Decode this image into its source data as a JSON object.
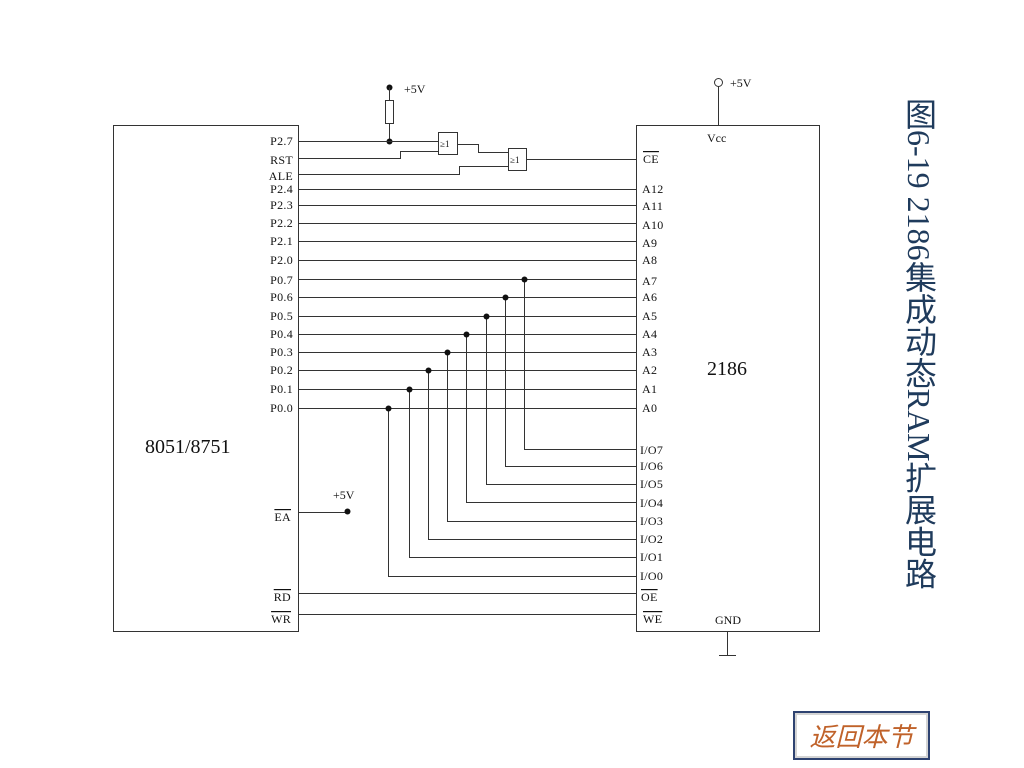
{
  "title": "图6-19 2186集成动态RAM扩展电路",
  "return_button": "返回本节",
  "mcu": {
    "name": "8051/8751",
    "pins": {
      "p2_7": "P2.7",
      "rst": "RST",
      "ale": "ALE",
      "p2_4": "P2.4",
      "p2_3": "P2.3",
      "p2_2": "P2.2",
      "p2_1": "P2.1",
      "p2_0": "P2.0",
      "p0_7": "P0.7",
      "p0_6": "P0.6",
      "p0_5": "P0.5",
      "p0_4": "P0.4",
      "p0_3": "P0.3",
      "p0_2": "P0.2",
      "p0_1": "P0.1",
      "p0_0": "P0.0",
      "ea": "EA",
      "rd": "RD",
      "wr": "WR"
    }
  },
  "ram": {
    "name": "2186",
    "vcc": "Vcc",
    "gnd": "GND",
    "pins": {
      "ce": "CE",
      "a12": "A12",
      "a11": "A11",
      "a10": "A10",
      "a9": "A9",
      "a8": "A8",
      "a7": "A7",
      "a6": "A6",
      "a5": "A5",
      "a4": "A4",
      "a3": "A3",
      "a2": "A2",
      "a1": "A1",
      "a0": "A0",
      "io7": "I/O7",
      "io6": "I/O6",
      "io5": "I/O5",
      "io4": "I/O4",
      "io3": "I/O3",
      "io2": "I/O2",
      "io1": "I/O1",
      "io0": "I/O0",
      "oe": "OE",
      "we": "WE"
    }
  },
  "supply": {
    "top_left": "+5V",
    "top_right": "+5V",
    "ea": "+5V"
  },
  "gates": {
    "gate1": "≥1",
    "gate2": "≥1"
  }
}
